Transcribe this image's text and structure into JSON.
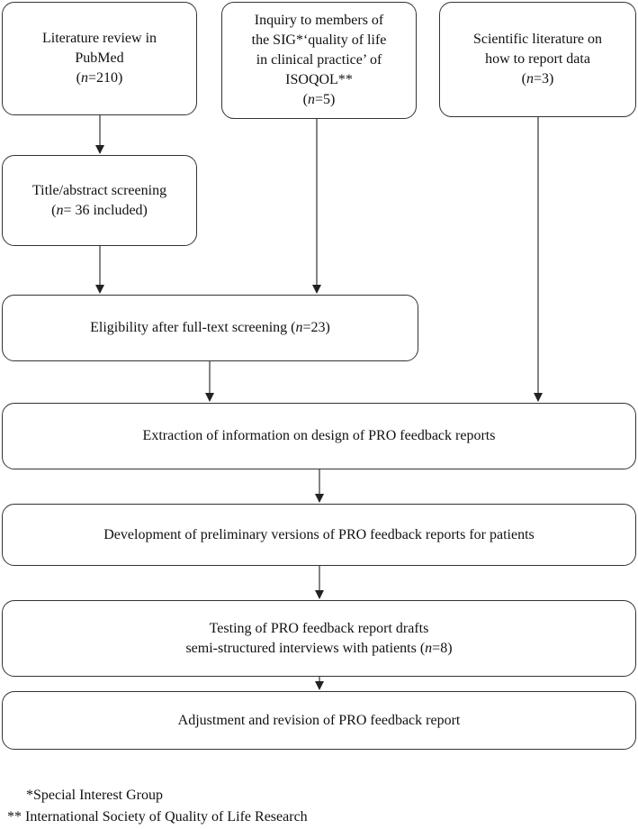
{
  "boxes": {
    "lit_review": {
      "lines": [
        "Literature review in",
        "PubMed"
      ],
      "n_prefix": "(",
      "n_label": "n",
      "n_value": "=210)"
    },
    "inquiry": {
      "lines": [
        "Inquiry to members of",
        "the SIG*‘quality of life",
        "in clinical practice’ of",
        "ISOQOL**"
      ],
      "n_prefix": "(",
      "n_label": "n",
      "n_value": "=5)"
    },
    "sci_lit": {
      "lines": [
        "Scientific literature on",
        "how to report data"
      ],
      "n_prefix": "(",
      "n_label": "n",
      "n_value": "=3)"
    },
    "title_screen": {
      "lines": [
        "Title/abstract screening"
      ],
      "n_prefix": "(",
      "n_label": "n",
      "n_value": "= 36 included)"
    },
    "eligibility": {
      "text_before": "Eligibility after full-text screening (",
      "n_label": "n",
      "text_after": "=23)"
    },
    "extraction": {
      "text": "Extraction of information on design of PRO feedback reports"
    },
    "development": {
      "text": "Development of preliminary versions of PRO feedback reports for patients"
    },
    "testing": {
      "line1": "Testing of PRO feedback report drafts",
      "line2_before": "semi-structured interviews with patients (",
      "n_label": "n",
      "line2_after": "=8)"
    },
    "adjustment": {
      "text": "Adjustment and revision of PRO feedback report"
    }
  },
  "footnotes": {
    "sig": "*Special Interest Group",
    "isoqol": "** International Society of Quality of Life Research"
  }
}
